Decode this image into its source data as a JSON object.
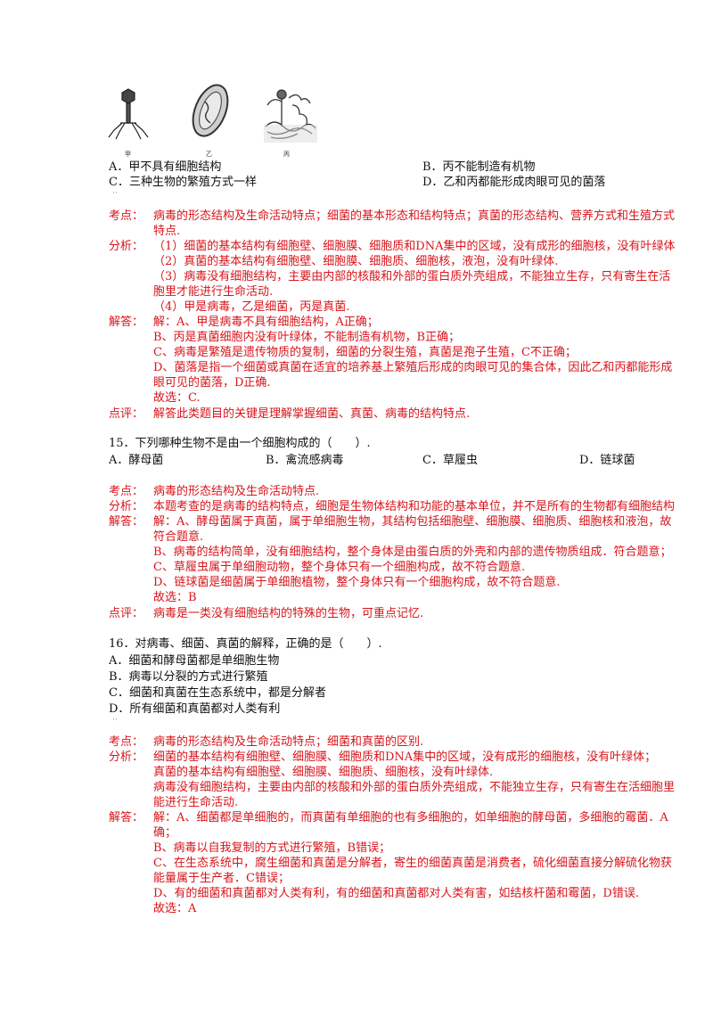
{
  "q14": {
    "figure_captions": [
      "甲",
      "乙",
      "丙"
    ],
    "options": {
      "a": "A．甲不具有细胞结构",
      "b": "B．丙不能制造有机物",
      "c": "C．三种生物的繁殖方式一样",
      "d": "D．乙和丙都能形成肉眼可见的菌落"
    },
    "kaodian_label": "考点：",
    "kaodian": [
      "病毒的形态结构及生命活动特点；细菌的基本形态和结构特点；真菌的形态结构、营养方式和生殖方式",
      "特点."
    ],
    "fenxi_label": "分析：",
    "fenxi": [
      "（1）细菌的基本结构有细胞壁、细胞膜、细胞质和DNA集中的区域，没有成形的细胞核，没有叶绿体",
      "（2）真菌的基本结构有细胞壁、细胞膜、细胞质、细胞核，液泡，没有叶绿体.",
      "（3）病毒没有细胞结构，主要由内部的核酸和外部的蛋白质外壳组成，不能独立生存，只有寄生在活",
      "胞里才能进行生命活动.",
      "（4）甲是病毒，乙是细菌，丙是真菌."
    ],
    "jieda_label": "解答：",
    "jieda": [
      "解：A、甲是病毒不具有细胞结构，A正确；",
      "B、丙是真菌细胞内没有叶绿体，不能制造有机物，B正确；",
      "C、病毒是繁殖是遗传物质的复制，细菌的分裂生殖，真菌是孢子生殖，C不正确；",
      "D、菌落是指一个细菌或真菌在适宜的培养基上繁殖后形成的肉眼可见的集合体，因此乙和丙都能形成",
      "眼可见的菌落，D正确.",
      "故选：C."
    ],
    "dianping_label": "点评：",
    "dianping": "解答此类题目的关键是理解掌握细菌、真菌、病毒的结构特点."
  },
  "q15": {
    "question": "15．下列哪种生物不是由一个细胞构成的（　　）.",
    "options": {
      "a": "A．酵母菌",
      "b": "B．禽流感病毒",
      "c": "C．草履虫",
      "d": "D．链球菌"
    },
    "kaodian_label": "考点：",
    "kaodian": "病毒的形态结构及生命活动特点.",
    "fenxi_label": "分析：",
    "fenxi": "本题考查的是病毒的结构特点，细胞是生物体结构和功能的基本单位，并不是所有的生物都有细胞结构",
    "jieda_label": "解答：",
    "jieda": [
      "解：A、酵母菌属于真菌，属于单细胞生物，其结构包括细胞壁、细胞膜、细胞质、细胞核和液泡，故",
      "符合题意.",
      "B、病毒的结构简单，没有细胞结构，整个身体是由蛋白质的外壳和内部的遗传物质组成．符合题意；",
      "C、草履虫属于单细胞动物，整个身体只有一个细胞构成，故不符合题意.",
      "D、链球菌是细菌属于单细胞植物，整个身体只有一个细胞构成，故不符合题意.",
      "故选：B"
    ],
    "dianping_label": "点评：",
    "dianping": "病毒是一类没有细胞结构的特殊的生物，可重点记忆."
  },
  "q16": {
    "question": "16．对病毒、细菌、真菌的解释，正确的是（　　）.",
    "options": [
      "A．细菌和酵母菌都是单细胞生物",
      "B．病毒以分裂的方式进行繁殖",
      "C．细菌和真菌在生态系统中，都是分解者",
      "D．所有细菌和真菌都对人类有利"
    ],
    "kaodian_label": "考点：",
    "kaodian": "病毒的形态结构及生命活动特点；细菌和真菌的区别.",
    "fenxi_label": "分析：",
    "fenxi": [
      "细菌的基本结构有细胞壁、细胞膜、细胞质和DNA集中的区域，没有成形的细胞核，没有叶绿体；",
      "真菌的基本结构有细胞壁、细胞膜、细胞质、细胞核，没有叶绿体.",
      "病毒没有细胞结构，主要由内部的核酸和外部的蛋白质外壳组成，不能独立生存，只有寄生在活细胞里",
      "能进行生命活动."
    ],
    "jieda_label": "解答：",
    "jieda": [
      "解：A、细菌都是单细胞的，而真菌有单细胞的也有多细胞的，如单细胞的酵母菌，多细胞的霉菌．A",
      "确；",
      "B、病毒以自我复制的方式进行繁殖，B错误；",
      "C、在生态系统中，腐生细菌和真菌是分解者，寄生的细菌真菌是消费者，硫化细菌直接分解硫化物获",
      "能量属于生产者．C错误；",
      "D、有的细菌和真菌都对人类有利，有的细菌和真菌都对人类有害，如结核杆菌和霉菌，D错误.",
      "故选：A"
    ]
  }
}
